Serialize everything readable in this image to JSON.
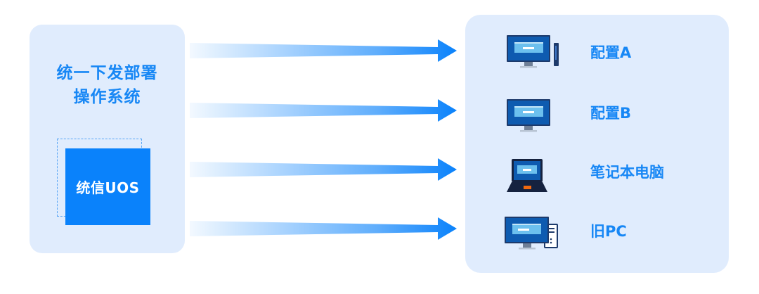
{
  "source": {
    "title_line1": "统一下发部署",
    "title_line2": "操作系统",
    "logo_text": "统信UOS"
  },
  "colors": {
    "panel_bg": "#e0ecfd",
    "accent": "#0a82fb",
    "text": "#1787f5",
    "laptop_pad": "#f26a0f"
  },
  "targets": [
    {
      "label": "配置A",
      "icon": "desktop-with-mini-tower-icon"
    },
    {
      "label": "配置B",
      "icon": "desktop-monitor-icon"
    },
    {
      "label": "笔记本电脑",
      "icon": "laptop-icon"
    },
    {
      "label": "旧PC",
      "icon": "desktop-with-tower-icon"
    }
  ]
}
